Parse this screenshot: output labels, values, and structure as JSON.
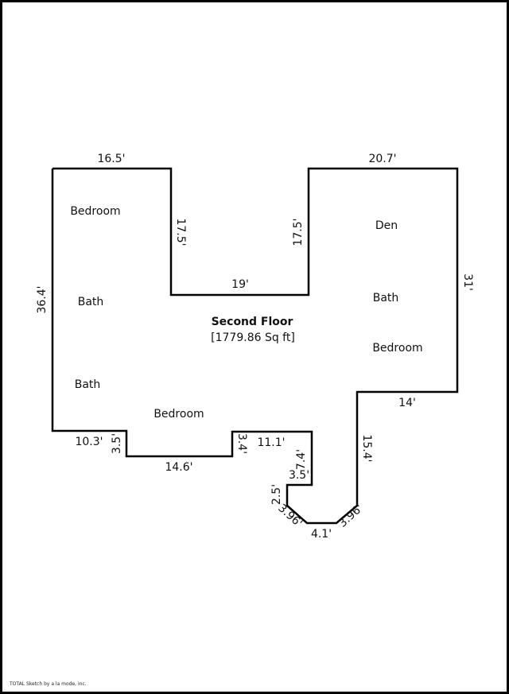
{
  "plan": {
    "title": "Second Floor",
    "area": "[1779.86 Sq ft]",
    "rooms": [
      "Bedroom",
      "Bath",
      "Bath",
      "Bedroom",
      "Den",
      "Bath",
      "Bedroom"
    ],
    "dimensions": [
      "16.5'",
      "17.5'",
      "19'",
      "17.5'",
      "20.7'",
      "31'",
      "14'",
      "15.4'",
      "3.96'",
      "4.1'",
      "3.96'",
      "2.5'",
      "3.5'",
      "7.4'",
      "11.1'",
      "3.4'",
      "14.6'",
      "3.5'",
      "10.3'",
      "36.4'"
    ]
  },
  "footer": "TOTAL Sketch by a la mode, inc."
}
